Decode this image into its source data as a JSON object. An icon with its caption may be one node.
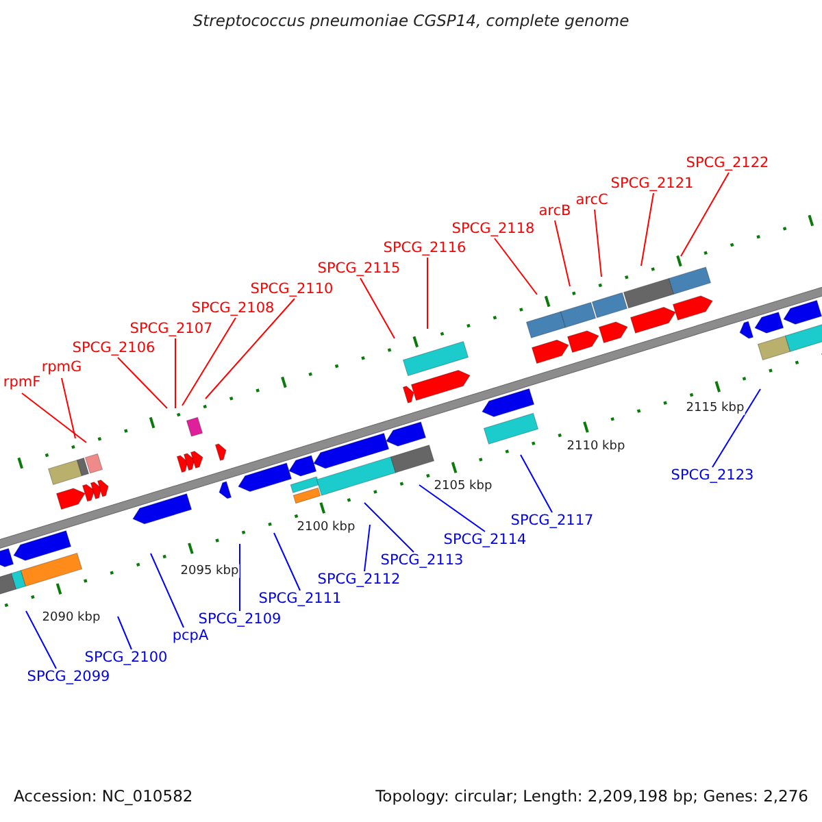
{
  "diagram": {
    "title": "Streptococcus pneumoniae CGSP14, complete genome",
    "nodes": [
      {
        "text": [
          "rpmF"
        ]
      },
      {
        "text": [
          "rpmG"
        ]
      },
      {
        "text": [
          "SPCG_2106"
        ]
      },
      {
        "text": [
          "SPCG_2107"
        ]
      },
      {
        "text": [
          "SPCG_2108"
        ]
      },
      {
        "text": [
          "SPCG_2110"
        ]
      },
      {
        "text": [
          "SPCG_2115"
        ]
      },
      {
        "text": [
          "SPCG_2116"
        ]
      },
      {
        "text": [
          "SPCG_2118"
        ]
      },
      {
        "text": [
          "arcB"
        ]
      },
      {
        "text": [
          "arcC"
        ]
      },
      {
        "text": [
          "SPCG_2121"
        ]
      },
      {
        "text": [
          "SPCG_2122"
        ]
      },
      {
        "text": [
          "SPCG_2099"
        ]
      },
      {
        "text": [
          "SPCG_2100"
        ]
      },
      {
        "text": [
          "pcpA"
        ]
      },
      {
        "text": [
          "SPCG_2109"
        ]
      },
      {
        "text": [
          "SPCG_2111"
        ]
      },
      {
        "text": [
          "SPCG_2112"
        ]
      },
      {
        "text": [
          "SPCG_2113"
        ]
      },
      {
        "text": [
          "SPCG_2114"
        ]
      },
      {
        "text": [
          "SPCG_2117"
        ]
      },
      {
        "text": [
          "SPCG_2123"
        ]
      }
    ],
    "edges": [
      {
        "from": 0,
        "to": null,
        "arrow": "none"
      },
      {
        "from": 1,
        "to": null,
        "arrow": "none"
      },
      {
        "from": 2,
        "to": null,
        "arrow": "none"
      },
      {
        "from": 3,
        "to": null,
        "arrow": "none"
      },
      {
        "from": 4,
        "to": null,
        "arrow": "none"
      },
      {
        "from": 5,
        "to": null,
        "arrow": "none"
      },
      {
        "from": 6,
        "to": null,
        "arrow": "none"
      },
      {
        "from": 7,
        "to": null,
        "arrow": "none"
      },
      {
        "from": 8,
        "to": null,
        "arrow": "none"
      },
      {
        "from": 9,
        "to": null,
        "arrow": "none"
      },
      {
        "from": 10,
        "to": null,
        "arrow": "none"
      },
      {
        "from": 11,
        "to": null,
        "arrow": "none"
      },
      {
        "from": 12,
        "to": null,
        "arrow": "none"
      },
      {
        "from": 13,
        "to": null,
        "arrow": "none",
        "color": "#0000ff"
      },
      {
        "from": 14,
        "to": null,
        "arrow": "none",
        "color": "#0000ff"
      },
      {
        "from": 15,
        "to": null,
        "arrow": "none",
        "color": "#0000ff"
      },
      {
        "from": 16,
        "to": null,
        "arrow": "none",
        "color": "#0000ff"
      },
      {
        "from": 17,
        "to": null,
        "arrow": "none",
        "color": "#0000ff"
      },
      {
        "from": 18,
        "to": null,
        "arrow": "none",
        "color": "#0000ff"
      },
      {
        "from": 19,
        "to": null,
        "arrow": "none",
        "color": "#0000ff"
      },
      {
        "from": 20,
        "to": null,
        "arrow": "none",
        "color": "#0000ff"
      },
      {
        "from": 21,
        "to": null,
        "arrow": "none",
        "color": "#0000ff"
      },
      {
        "from": 22,
        "to": null,
        "arrow": "none",
        "color": "#0000ff"
      }
    ],
    "labels": [
      "2090 kbp",
      "2095 kbp",
      "2100 kbp",
      "2105 kbp",
      "2110 kbp",
      "2115 kbp",
      "Accession: NC_010582",
      "Topology: circular; Length: 2,209,198 bp; Genes: 2,276"
    ]
  }
}
